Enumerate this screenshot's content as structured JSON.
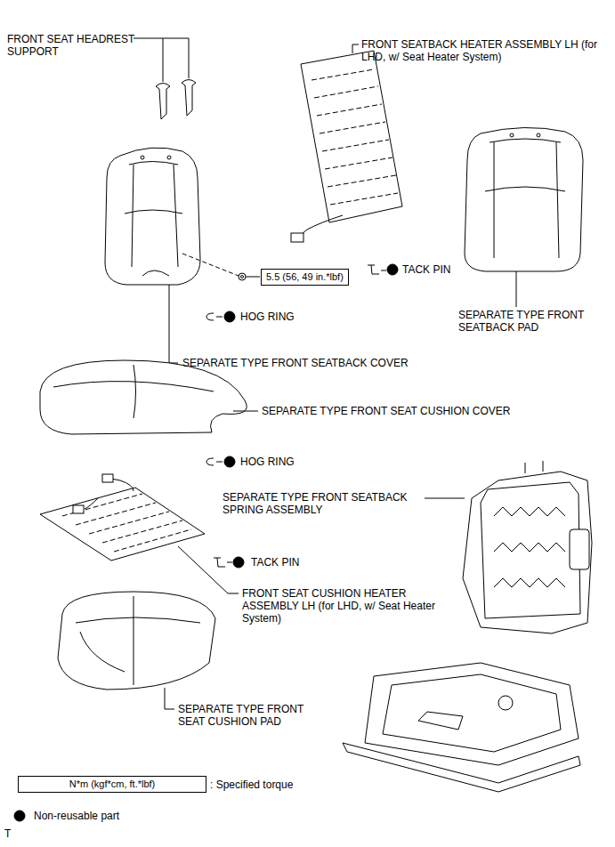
{
  "diagram": {
    "nodes": [
      {
        "text": [
          "5.5 (56, 49 in.*lbf)"
        ]
      },
      {
        "text": [
          "N*m (kgf*cm, ft.*lbf)"
        ]
      }
    ],
    "edges": [],
    "labels": [
      "FRONT SEAT HEADREST SUPPORT",
      "FRONT SEATBACK HEATER ASSEMBLY LH (for LHD, w/ Seat Heater System)",
      "TACK PIN",
      "SEPARATE TYPE FRONT SEATBACK PAD",
      "HOG RING",
      "SEPARATE TYPE FRONT SEATBACK COVER",
      "SEPARATE TYPE FRONT SEAT CUSHION COVER",
      "HOG RING",
      "SEPARATE TYPE FRONT SEATBACK SPRING ASSEMBLY",
      "TACK PIN",
      "FRONT SEAT CUSHION HEATER ASSEMBLY LH (for LHD, w/ Seat Heater System)",
      "SEPARATE TYPE FRONT SEAT CUSHION PAD",
      "T"
    ],
    "legend": [
      {
        "text": ": Specified torque"
      },
      {
        "text": "Non-reusable part"
      }
    ]
  }
}
